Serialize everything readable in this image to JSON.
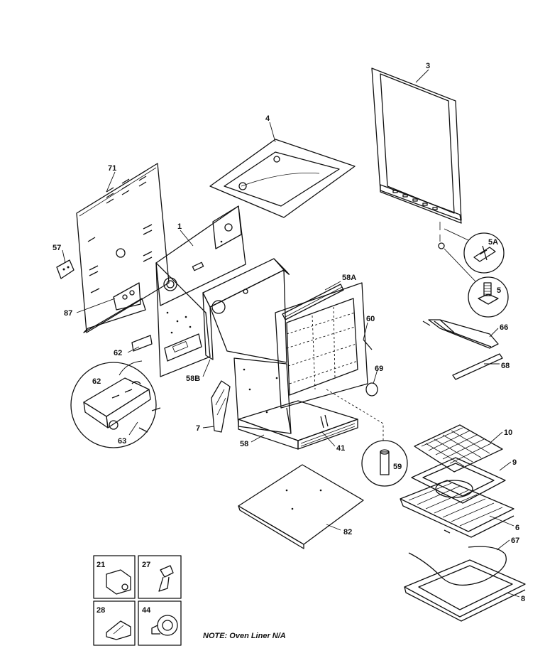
{
  "page_corner_marks": {
    "left": "'",
    "right": "''"
  },
  "callouts": {
    "c71": "71",
    "c57": "57",
    "c87": "87",
    "c1": "1",
    "c4": "4",
    "c3": "3",
    "c5A": "5A",
    "c5": "5",
    "c58A": "58A",
    "c60": "60",
    "c66": "66",
    "c68": "68",
    "c62a": "62",
    "c58B": "58B",
    "c62b": "62",
    "c63": "63",
    "c69": "69",
    "c7": "7",
    "c58": "58",
    "c41": "41",
    "c59": "59",
    "c10": "10",
    "c9": "9",
    "c6": "6",
    "c82": "82",
    "c67": "67",
    "c8": "8",
    "c21": "21",
    "c27": "27",
    "c28": "28",
    "c44": "44"
  },
  "note": "NOTE:  Oven Liner N/A"
}
